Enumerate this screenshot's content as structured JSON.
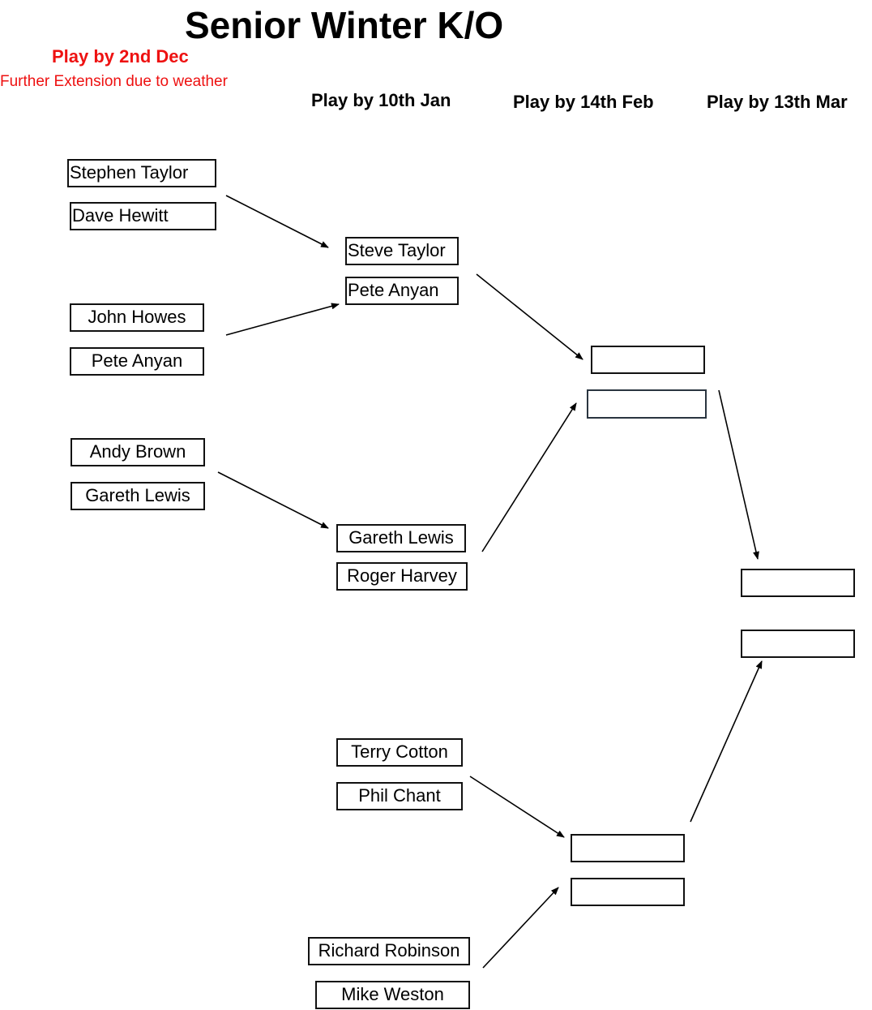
{
  "header": {
    "title": "Senior Winter K/O",
    "round1_deadline": "Play by 2nd Dec",
    "extension_note": "Further Extension due to weather"
  },
  "rounds": [
    {
      "label": "Play by 10th Jan"
    },
    {
      "label": "Play by 14th Feb"
    },
    {
      "label": "Play by 13th Mar"
    }
  ],
  "round1": {
    "players": [
      "Stephen Taylor",
      "Dave Hewitt",
      "John Howes",
      "Pete Anyan",
      "Andy Brown",
      "Gareth Lewis"
    ]
  },
  "round2": {
    "players": [
      "Steve Taylor",
      "Pete Anyan",
      "Gareth Lewis",
      "Roger Harvey",
      "Terry Cotton",
      "Phil Chant",
      "Richard Robinson",
      "Mike Weston"
    ]
  },
  "round3": {
    "players": [
      "",
      "",
      "",
      ""
    ]
  },
  "final": {
    "players": [
      "",
      ""
    ]
  }
}
